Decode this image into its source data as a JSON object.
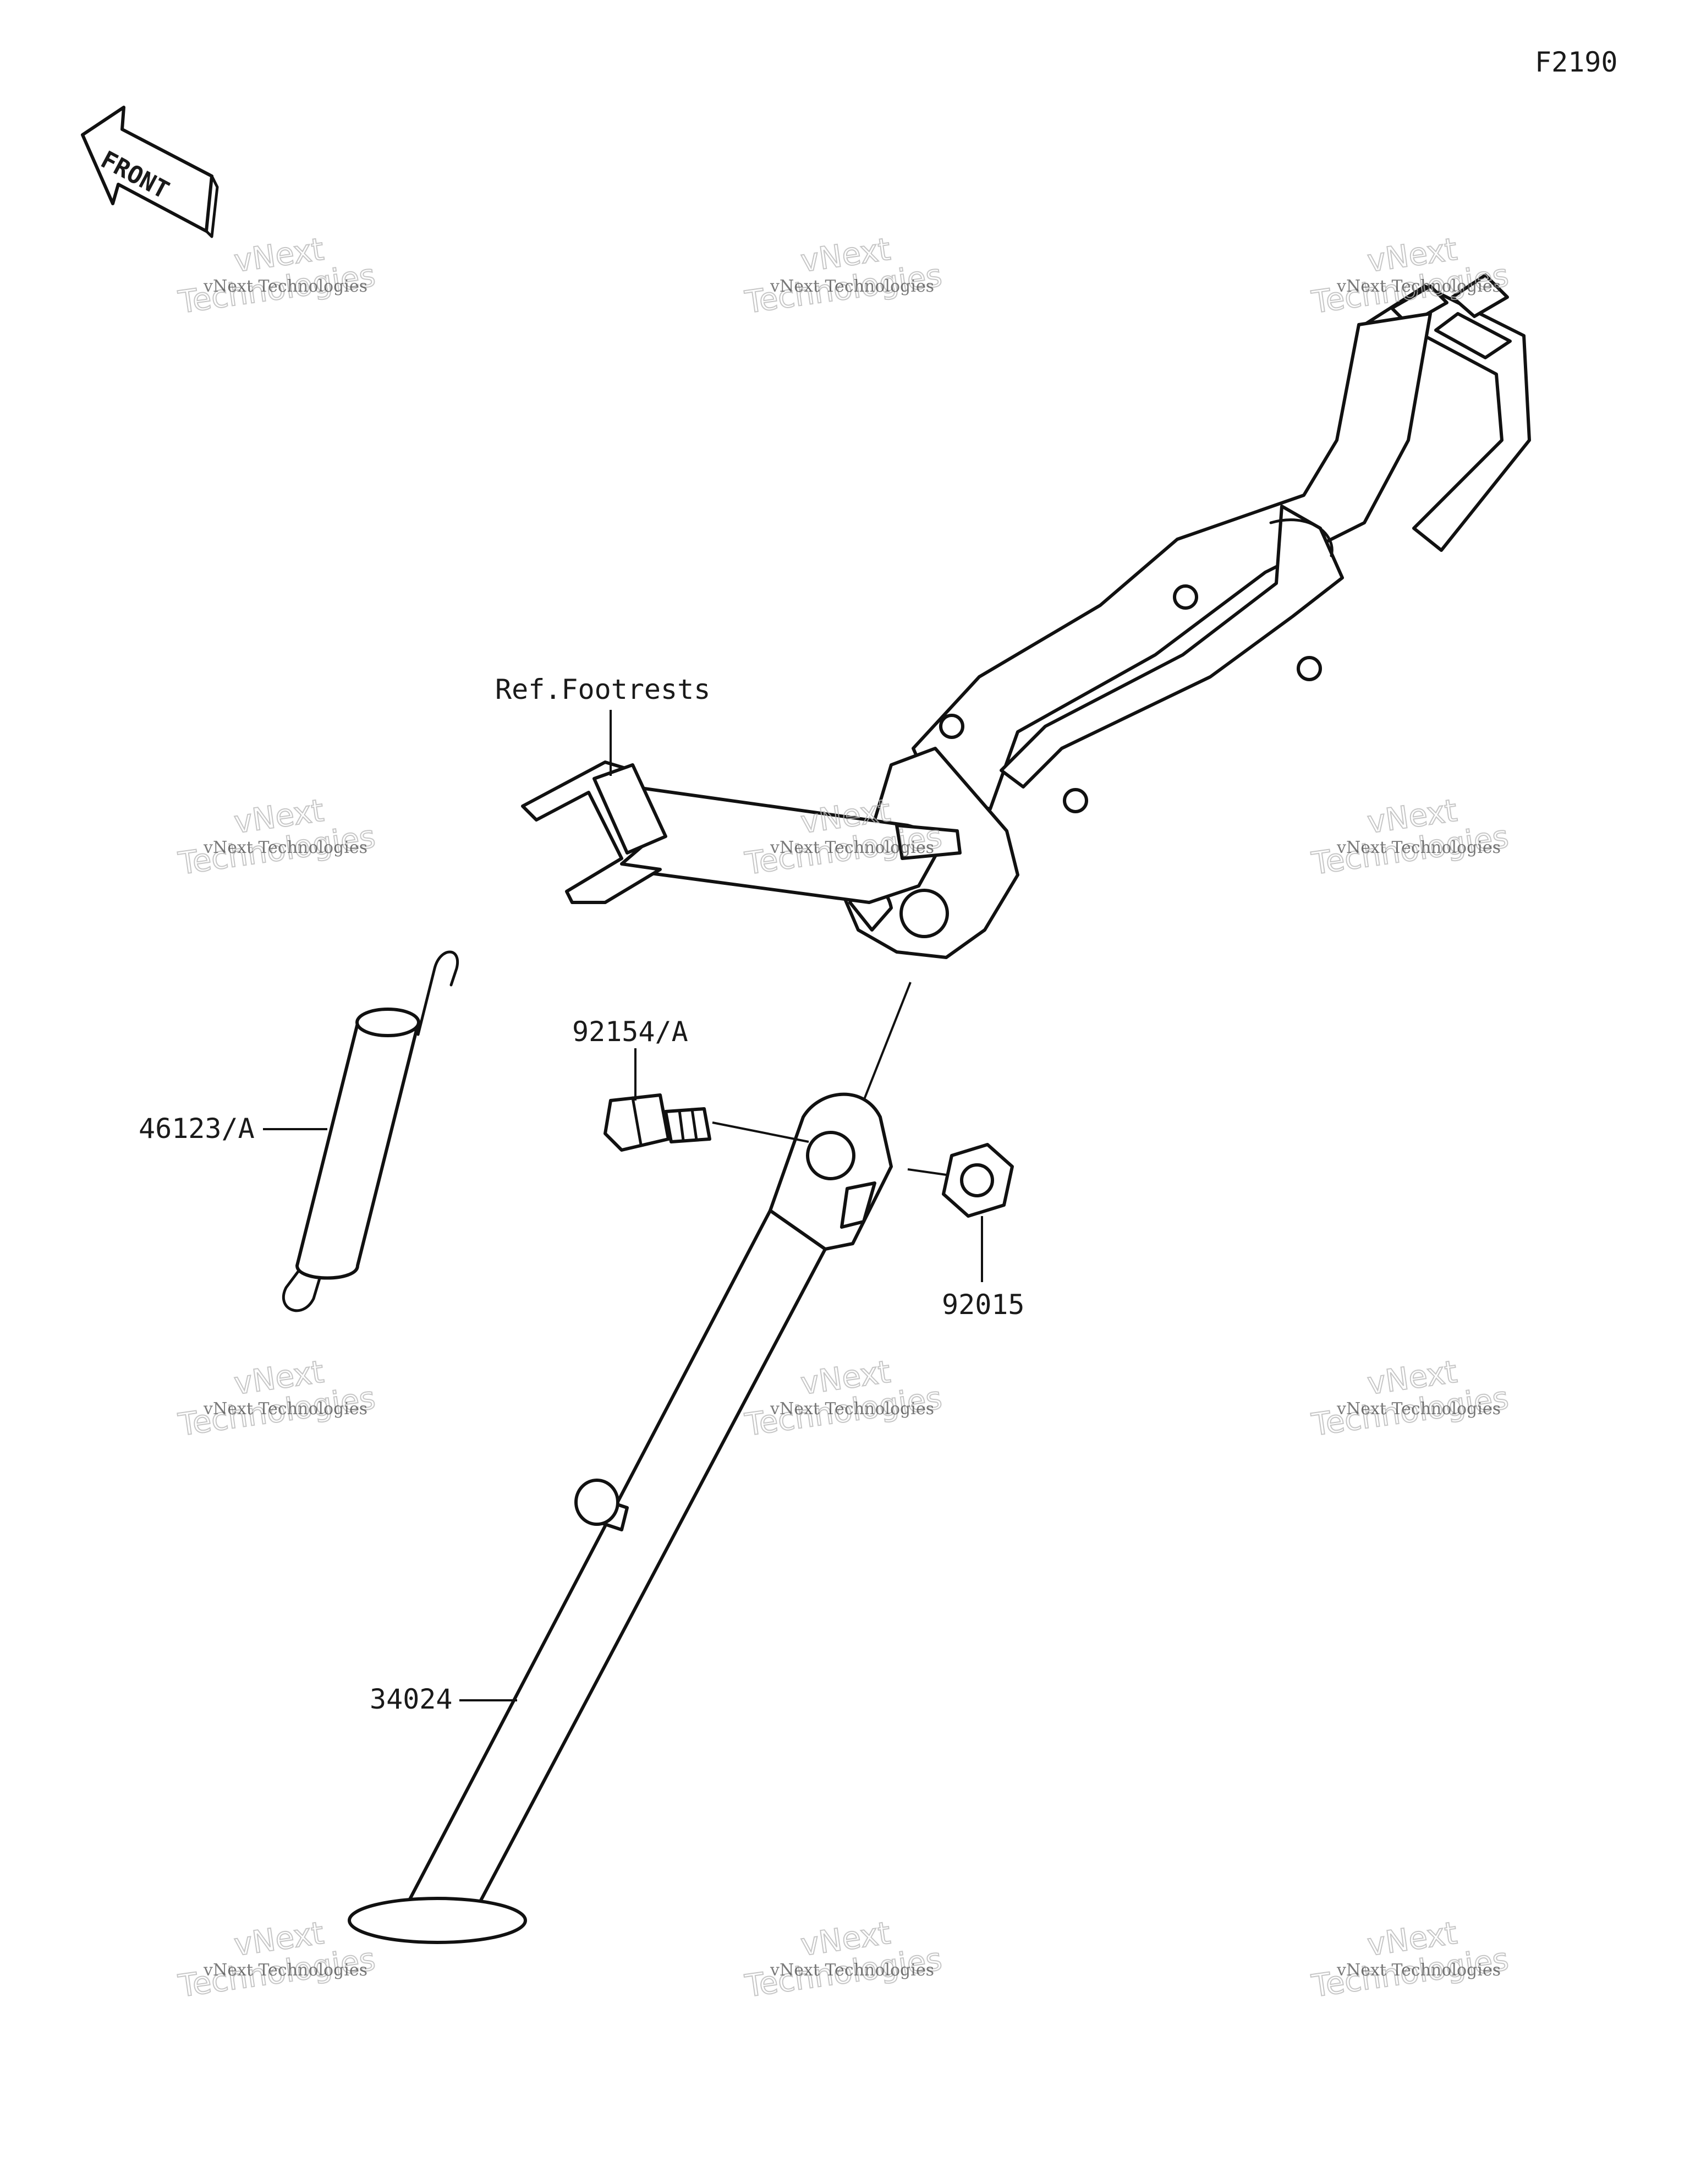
{
  "figure_code": "F2190",
  "front_arrow_label": "FRONT",
  "callouts": {
    "ref_footrests": "Ref.Footrests",
    "spring": "46123/A",
    "bolt": "92154/A",
    "nut": "92015",
    "side_stand": "34024"
  },
  "watermark": {
    "line1": "vNext Technologies",
    "line2": "Technologies",
    "line3": "vNext"
  }
}
